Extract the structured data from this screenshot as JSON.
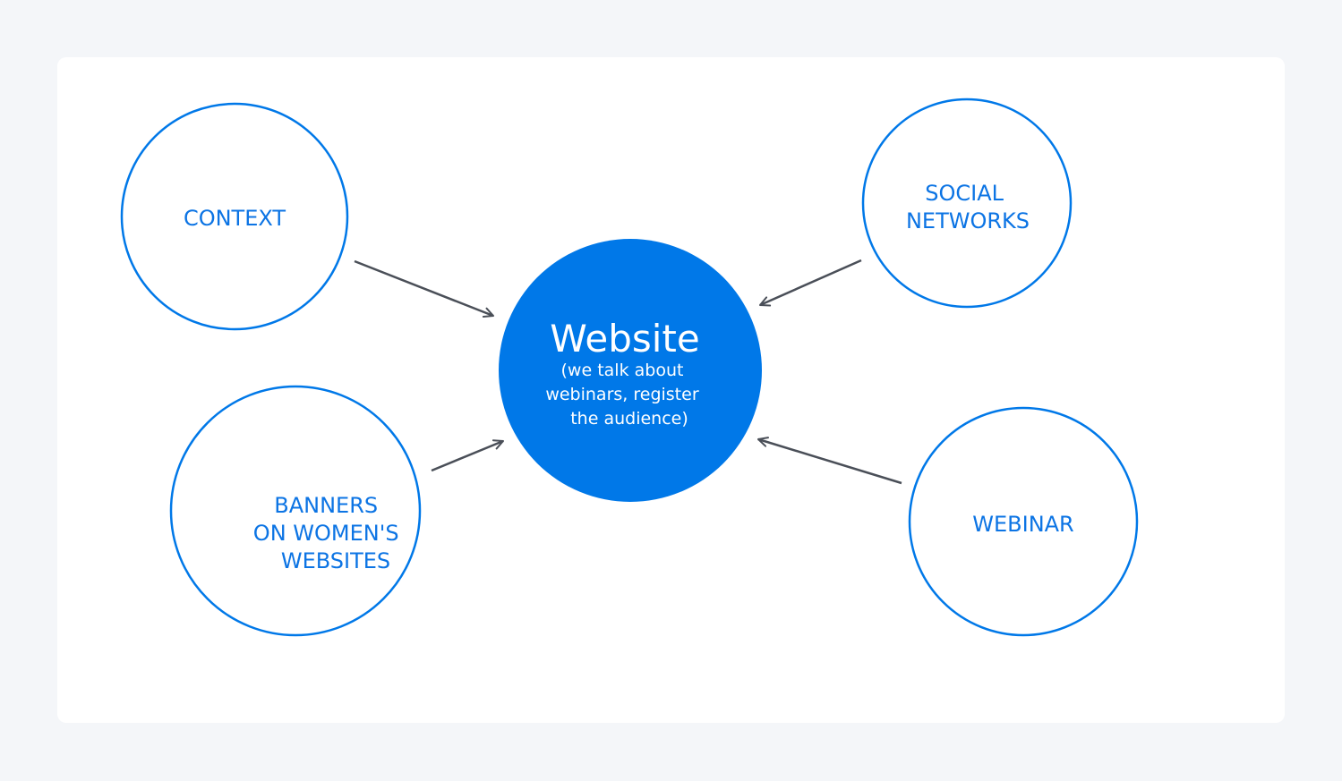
{
  "colors": {
    "accent": "#0078e8",
    "label": "#0c74e4",
    "arrow": "#4a4f58",
    "background": "#f4f6f9",
    "card": "#ffffff"
  },
  "center": {
    "title": "Website",
    "subtitle_lines": [
      "(we talk about",
      "webinars, register",
      "the audience)"
    ]
  },
  "nodes": {
    "context": {
      "lines": [
        "CONTEXT"
      ]
    },
    "social": {
      "lines": [
        "SOCIAL",
        "NETWORKS"
      ]
    },
    "banners": {
      "lines": [
        "BANNERS",
        "ON WOMEN'S",
        "WEBSITES"
      ]
    },
    "webinar": {
      "lines": [
        "WEBINAR"
      ]
    }
  }
}
